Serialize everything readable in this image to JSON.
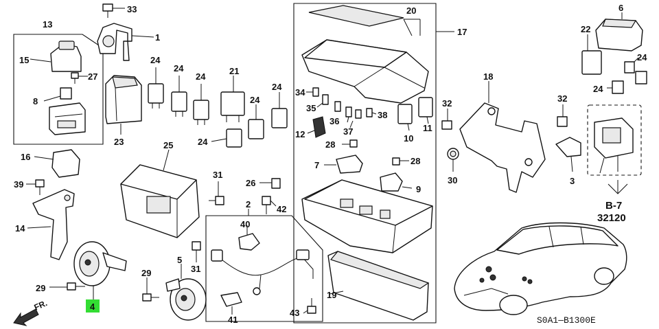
{
  "callouts": {
    "p1": "1",
    "p2": "2",
    "p3": "3",
    "p4": "4",
    "p5": "5",
    "p6": "6",
    "p7": "7",
    "p8": "8",
    "p9": "9",
    "p10": "10",
    "p11": "11",
    "p12": "12",
    "p13": "13",
    "p14": "14",
    "p15": "15",
    "p16": "16",
    "p17": "17",
    "p18": "18",
    "p19": "19",
    "p20": "20",
    "p21": "21",
    "p22": "22",
    "p23": "23",
    "p24": "24",
    "p25": "25",
    "p26": "26",
    "p27": "27",
    "p28": "28",
    "p29": "29",
    "p30": "30",
    "p31": "31",
    "p32": "32",
    "p33": "33",
    "p34": "34",
    "p35": "35",
    "p36": "36",
    "p37": "37",
    "p38": "38",
    "p39": "39",
    "p40": "40",
    "p41": "41",
    "p42": "42",
    "p43": "43"
  },
  "highlight": {
    "part": "4",
    "color": "#33dd33"
  },
  "reference": {
    "group": "B-7",
    "number": "32120"
  },
  "front_label": "FR.",
  "diagram_code": "S0A1—B1300E"
}
